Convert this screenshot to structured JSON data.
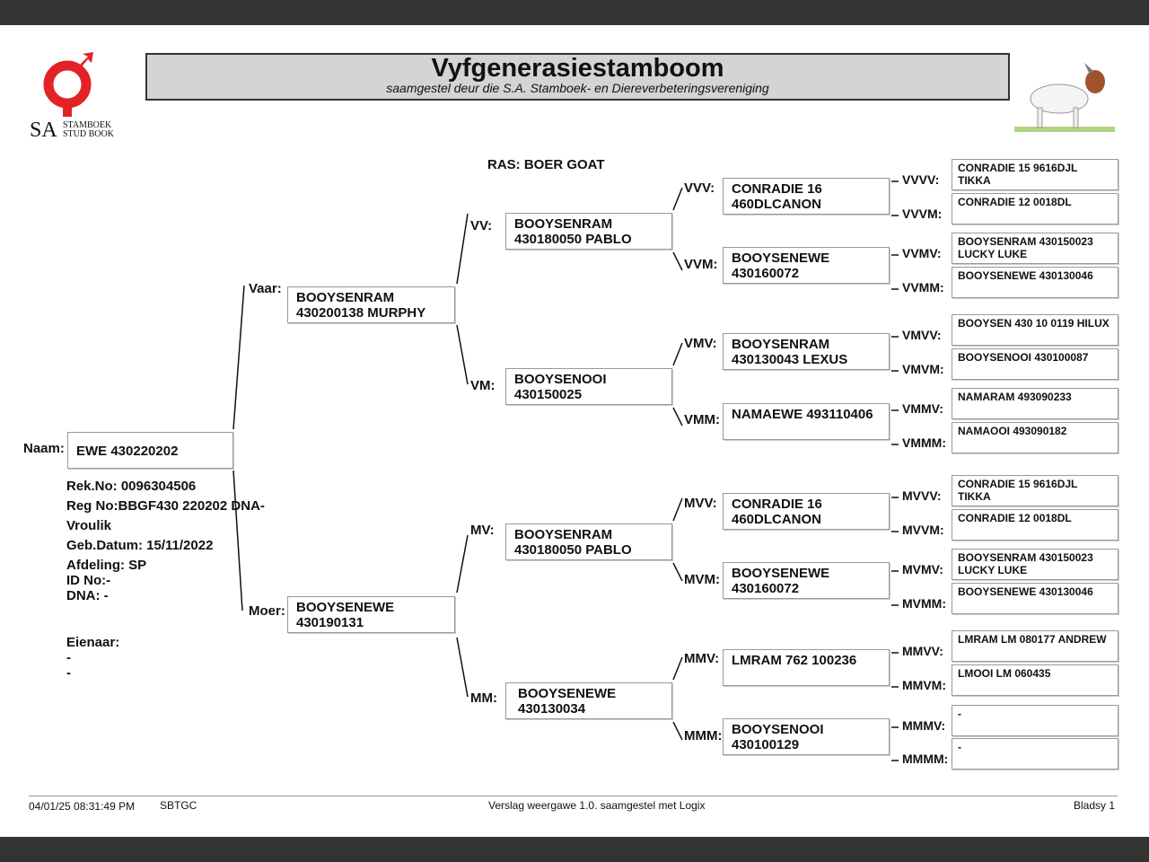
{
  "header": {
    "title": "Vyfgenerasiestamboom",
    "subtitle": "saamgestel deur die S.A. Stamboek- en Diereverbeteringsvereniging",
    "logo": {
      "sa": "SA",
      "line1": "STAMBOEK",
      "line2": "STUD BOOK"
    }
  },
  "breed": "RAS: BOER GOAT",
  "animal": {
    "name_label": "Naam:",
    "name": "EWE 430220202",
    "info": [
      "Rek.No: 0096304506",
      "Reg No:BBGF430 220202 DNA-",
      "Vroulik",
      "Geb.Datum: 15/11/2022",
      "Afdeling: SP",
      "ID No:-",
      "DNA: -",
      "Eienaar:",
      "-",
      "-"
    ]
  },
  "gen1": [
    {
      "label": "Vaar:",
      "lines": [
        "BOOYSENRAM",
        "430200138 MURPHY"
      ]
    },
    {
      "label": "Moer:",
      "lines": [
        "BOOYSENEWE",
        "430190131"
      ]
    }
  ],
  "gen2": [
    {
      "label": "VV:",
      "lines": [
        "BOOYSENRAM",
        "430180050 PABLO"
      ]
    },
    {
      "label": "VM:",
      "lines": [
        "BOOYSENOOI",
        "430150025"
      ]
    },
    {
      "label": "MV:",
      "lines": [
        "BOOYSENRAM",
        "430180050 PABLO"
      ]
    },
    {
      "label": "MM:",
      "lines": [
        "BOOYSENEWE",
        "430130034"
      ]
    }
  ],
  "gen3": [
    {
      "label": "VVV:",
      "lines": [
        "CONRADIE 16",
        "460DLCANON"
      ]
    },
    {
      "label": "VVM:",
      "lines": [
        "BOOYSENEWE",
        "430160072"
      ]
    },
    {
      "label": "VMV:",
      "lines": [
        "BOOYSENRAM",
        "430130043 LEXUS"
      ]
    },
    {
      "label": "VMM:",
      "lines": [
        "NAMAEWE 493110406",
        ""
      ]
    },
    {
      "label": "MVV:",
      "lines": [
        "CONRADIE 16",
        "460DLCANON"
      ]
    },
    {
      "label": "MVM:",
      "lines": [
        "BOOYSENEWE",
        "430160072"
      ]
    },
    {
      "label": "MMV:",
      "lines": [
        "LMRAM 762 100236",
        ""
      ]
    },
    {
      "label": "MMM:",
      "lines": [
        "BOOYSENOOI",
        "430100129"
      ]
    }
  ],
  "gen4": [
    {
      "label": "VVVV:",
      "lines": [
        "CONRADIE 15 9616DJL TIKKA",
        ""
      ]
    },
    {
      "label": "VVVM:",
      "lines": [
        "CONRADIE 12 0018DL",
        ""
      ]
    },
    {
      "label": "VVMV:",
      "lines": [
        "BOOYSENRAM 430150023",
        "LUCKY LUKE"
      ]
    },
    {
      "label": "VVMM:",
      "lines": [
        "BOOYSENEWE 430130046",
        ""
      ]
    },
    {
      "label": "VMVV:",
      "lines": [
        "BOOYSEN 430 10 0119 HILUX",
        ""
      ]
    },
    {
      "label": "VMVM:",
      "lines": [
        "BOOYSENOOI 430100087",
        ""
      ]
    },
    {
      "label": "VMMV:",
      "lines": [
        "NAMARAM 493090233",
        ""
      ]
    },
    {
      "label": "VMMM:",
      "lines": [
        "NAMAOOI 493090182",
        ""
      ]
    },
    {
      "label": "MVVV:",
      "lines": [
        "CONRADIE 15 9616DJL TIKKA",
        ""
      ]
    },
    {
      "label": "MVVM:",
      "lines": [
        "CONRADIE 12 0018DL",
        ""
      ]
    },
    {
      "label": "MVMV:",
      "lines": [
        "BOOYSENRAM 430150023",
        "LUCKY LUKE"
      ]
    },
    {
      "label": "MVMM:",
      "lines": [
        "BOOYSENEWE 430130046",
        ""
      ]
    },
    {
      "label": "MMVV:",
      "lines": [
        "LMRAM LM 080177 ANDREW",
        ""
      ]
    },
    {
      "label": "MMVM:",
      "lines": [
        "LMOOI LM 060435",
        ""
      ]
    },
    {
      "label": "MMMV:",
      "lines": [
        "-",
        ""
      ]
    },
    {
      "label": "MMMM:",
      "lines": [
        "-",
        ""
      ]
    }
  ],
  "footer": {
    "datetime": "04/01/25 08:31:49 PM",
    "code": "SBTGC",
    "version": "Verslag weergawe 1.0. saamgestel met Logix",
    "page": "Bladsy 1"
  },
  "colors": {
    "logo_red": "#e32228",
    "title_bg": "#d4d4d4"
  }
}
